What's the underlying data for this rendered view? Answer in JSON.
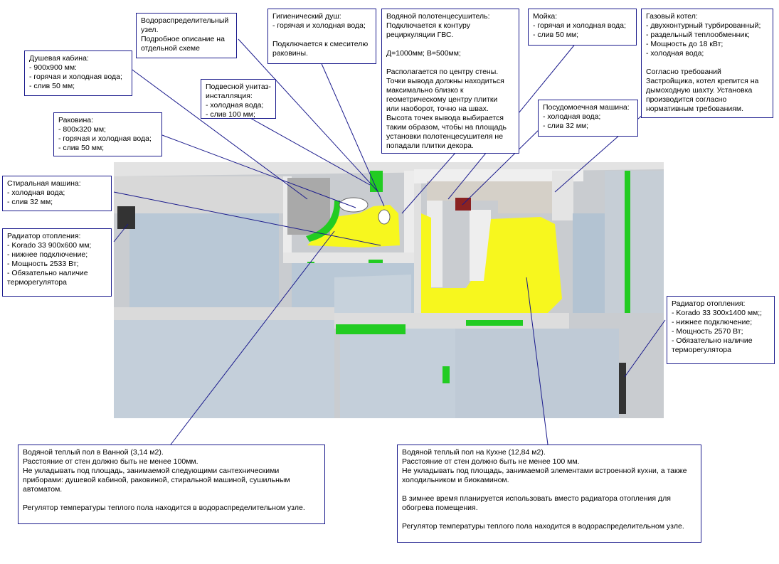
{
  "callouts": {
    "shower_cabin": "Душевая кабина:\n- 900х900 мм:\n- горячая и холодная вода;\n- слив 50 мм;",
    "water_distribution": "Водораспределительный\nузел.\nПодробное описание на\nотдельной схеме",
    "hygienic_shower": "Гигиенический душ:\n- горячая и холодная вода;\n\nПодключается к смесителю\nраковины.",
    "towel_warmer": "Водяной полотенцесушитель:\nПодключается к контуру\nрециркуляции ГВС.\n\nД=1000мм; В=500мм;\n\nРасполагается по центру стены.\nТочки вывода должны находиться\nмаксимально близко к\nгеометрическому центру плитки\nили наоборот, точно на швах.\nВысота точек вывода выбирается\nтаким образом, чтобы на площадь\nустановки полотенцесушителя не\nпопадали плитки декора.",
    "kitchen_sink": "Мойка:\n- горячая и холодная вода;\n- слив 50 мм;",
    "gas_boiler": "Газовый котел:\n- двухконтурный турбированный;\n- раздельный теплообменник;\n- Мощность до 18 кВт;\n- холодная вода;\n\nСогласно требований\nЗастройщика, котел крепится на\nдымоходную шахту. Установка\nпроизводится согласно\nнормативным требованиям.",
    "toilet": "Подвесной унитаз-\nинсталляция:\n- холодная вода;\n- слив 100 мм;",
    "washbasin": "Раковина:\n- 800х320 мм;\n- горячая и холодная вода;\n- слив 50 мм;",
    "dishwasher": "Посудомоечная машина:\n- холодная вода;\n- слив 32 мм;",
    "washing_machine": "Стиральная машина:\n- холодная вода;\n- слив 32 мм;",
    "radiator_left": "Радиатор отопления:\n-  Korado 33 900х600 мм;\n- нижнее подключение;\n- Мощность 2533 Вт;\n- Обязательно наличие\nтерморегулятора",
    "radiator_right": "Радиатор отопления:\n-  Korado 33 300х1400 мм;;\n- нижнее подключение;\n- Мощность 2570 Вт;\n- Обязательно наличие\nтерморегулятора",
    "floor_bath": "Водяной теплый пол в Ванной (3,14 м2).\nРасстояние от стен должно быть не менее 100мм.\nНе укладывать под площадь, занимаемой следующими сантехническими\nприборами: душевой кабиной, раковиной, стиральной машиной, сушильным\nавтоматом.\n\nРегулятор температуры теплого пола находится в водораспределительном узле.",
    "floor_kitchen": "Водяной теплый пол на Кухне (12,84 м2).\nРасстояние от стен должно быть не менее 100 мм.\nНе укладывать под площадь, занимаемой элементами встроенной кухни, а также\nхолодильником и биокамином.\n\nВ зимнее время планируется использовать вместо радиатора отопления для\nобогрева помещения.\n\nРегулятор температуры теплого пола находится в водораспределительном узле."
  },
  "colors": {
    "leader": "#1a1a8c",
    "heated_floor": "#f7f71e",
    "green_accent": "#22cc22",
    "wall": "#d9d9d9",
    "floor_room": "#b9c8d6"
  }
}
